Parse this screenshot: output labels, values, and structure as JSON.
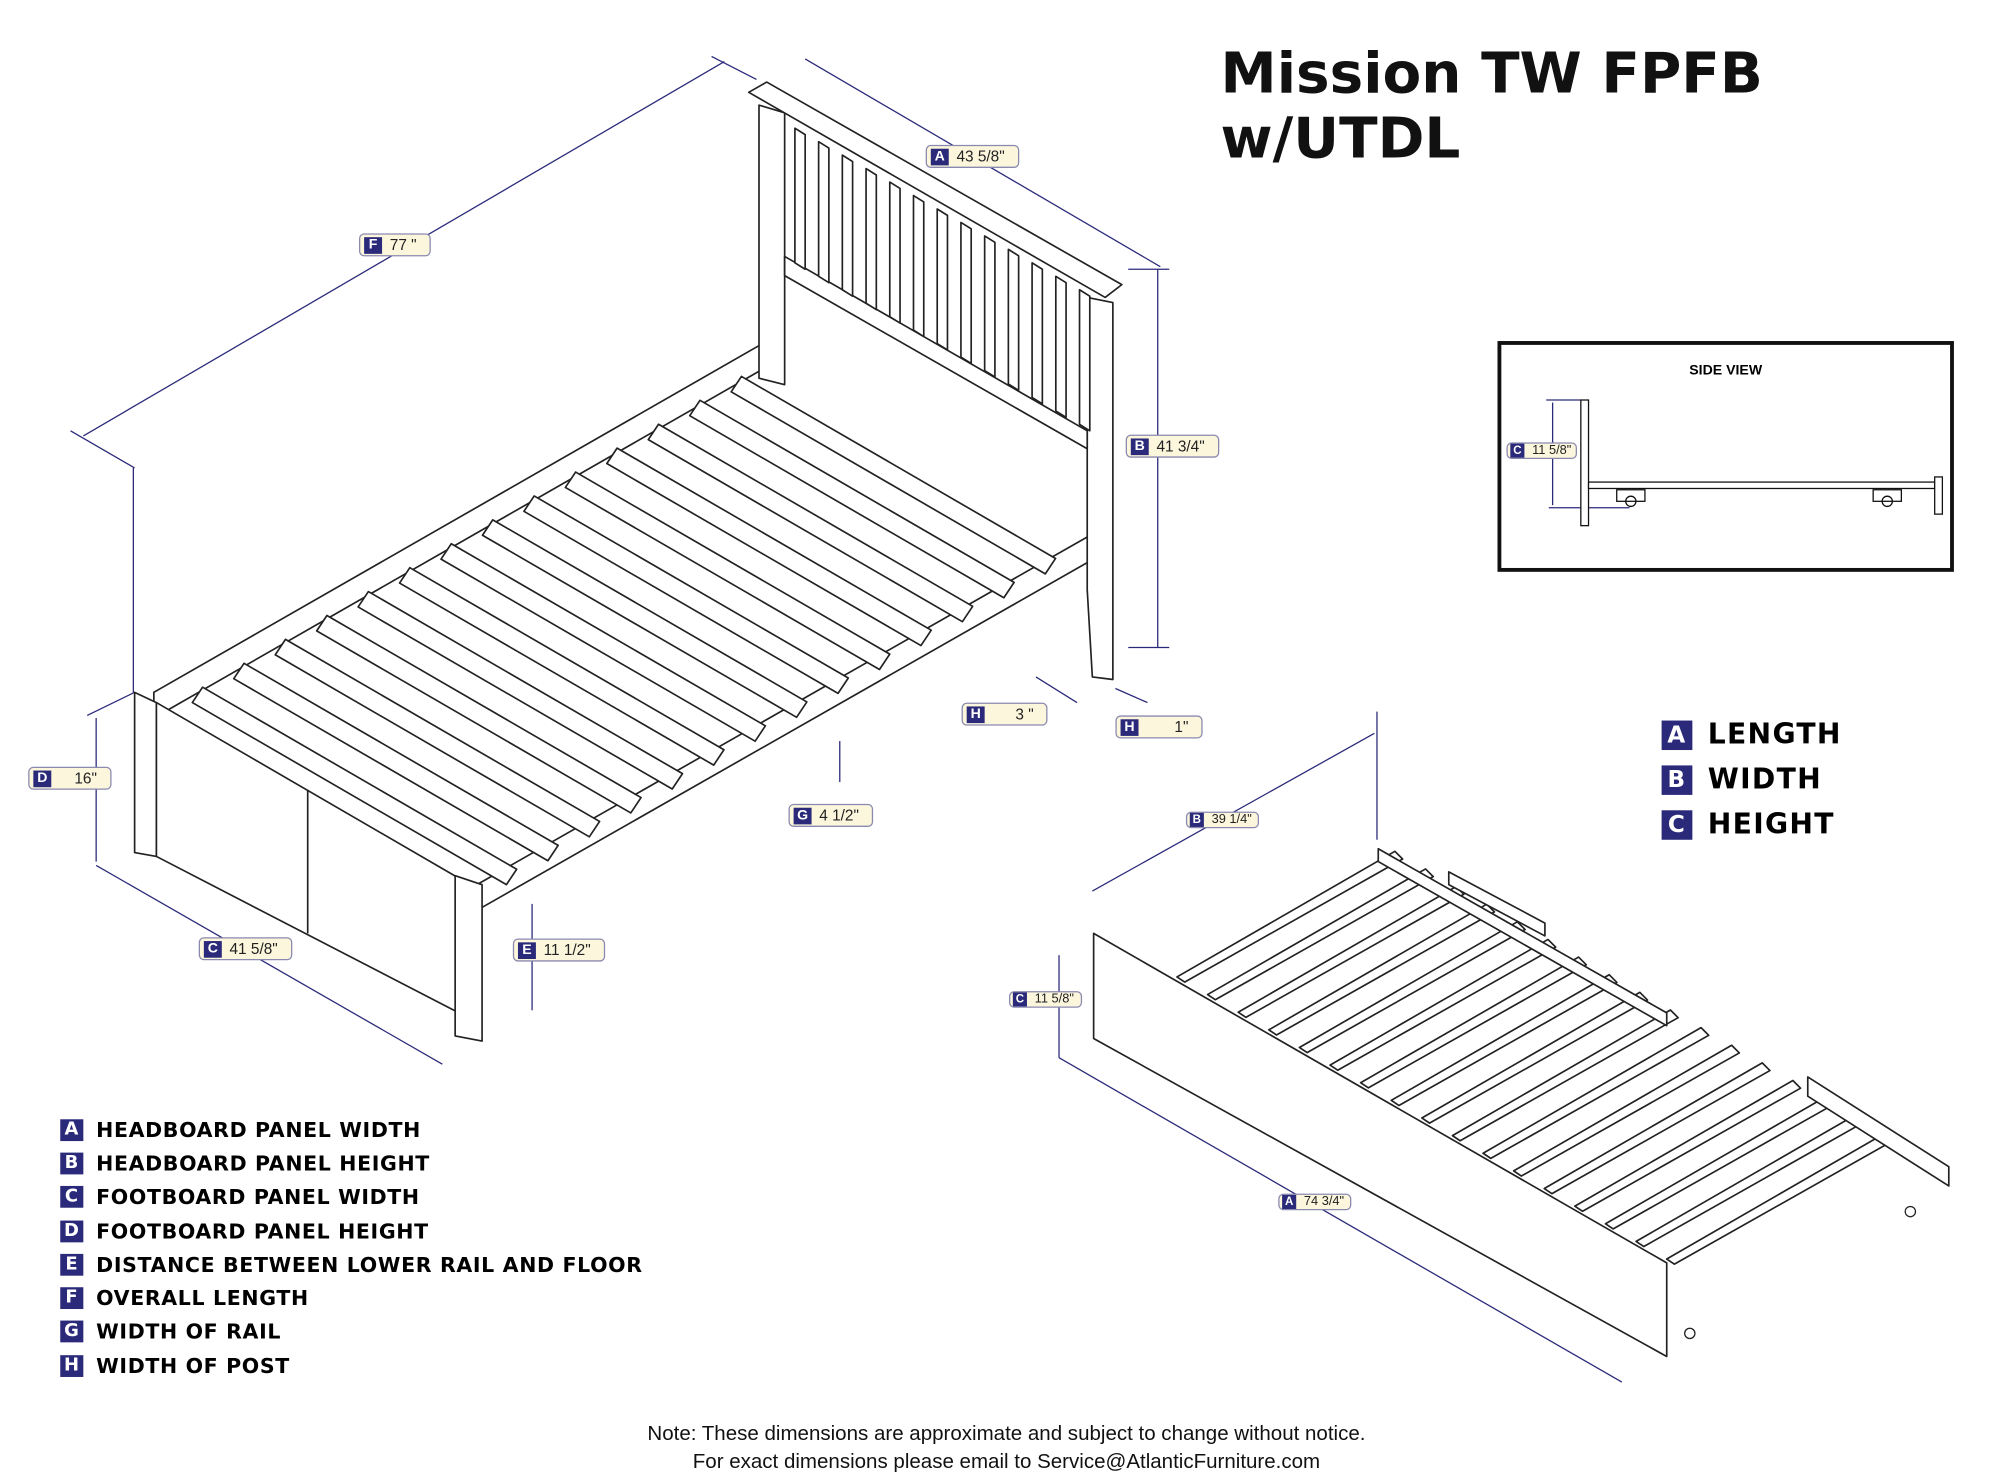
{
  "title": "Mission TW FPFB w/UTDL",
  "bed_dimensions": [
    {
      "letter": "A",
      "value": "43 5/8\""
    },
    {
      "letter": "F",
      "value": "77 \""
    },
    {
      "letter": "B",
      "value": "41 3/4\""
    },
    {
      "letter": "H",
      "value": "3 \""
    },
    {
      "letter": "H",
      "value": "1\""
    },
    {
      "letter": "D",
      "value": "16\""
    },
    {
      "letter": "G",
      "value": "4 1/2\""
    },
    {
      "letter": "C",
      "value": "41 5/8\""
    },
    {
      "letter": "E",
      "value": "11 1/2\""
    }
  ],
  "trundle_dimensions": [
    {
      "letter": "B",
      "value": "39 1/4\""
    },
    {
      "letter": "C",
      "value": "11 5/8\""
    },
    {
      "letter": "A",
      "value": "74 3/4\""
    }
  ],
  "side_view": {
    "title": "SIDE VIEW",
    "letter": "C",
    "value": "11 5/8\""
  },
  "trundle_legend": [
    {
      "letter": "A",
      "label": "LENGTH"
    },
    {
      "letter": "B",
      "label": "WIDTH"
    },
    {
      "letter": "C",
      "label": "HEIGHT"
    }
  ],
  "bed_legend": [
    {
      "letter": "A",
      "label": "HEADBOARD PANEL WIDTH"
    },
    {
      "letter": "B",
      "label": "HEADBOARD PANEL HEIGHT"
    },
    {
      "letter": "C",
      "label": "FOOTBOARD PANEL WIDTH"
    },
    {
      "letter": "D",
      "label": "FOOTBOARD PANEL HEIGHT"
    },
    {
      "letter": "E",
      "label": "DISTANCE BETWEEN LOWER RAIL AND FLOOR"
    },
    {
      "letter": "F",
      "label": "OVERALL LENGTH"
    },
    {
      "letter": "G",
      "label": "WIDTH OF RAIL"
    },
    {
      "letter": "H",
      "label": "WIDTH OF POST"
    }
  ],
  "note": {
    "line1": "Note:  These dimensions are approximate and subject to change without notice.",
    "line2": "For exact dimensions please email to Service@AtlanticFurniture.com"
  },
  "colors": {
    "badge": "#2b2a7a",
    "tag_bg": "#fbf6dc",
    "dim_line": "#2b2a7a"
  }
}
